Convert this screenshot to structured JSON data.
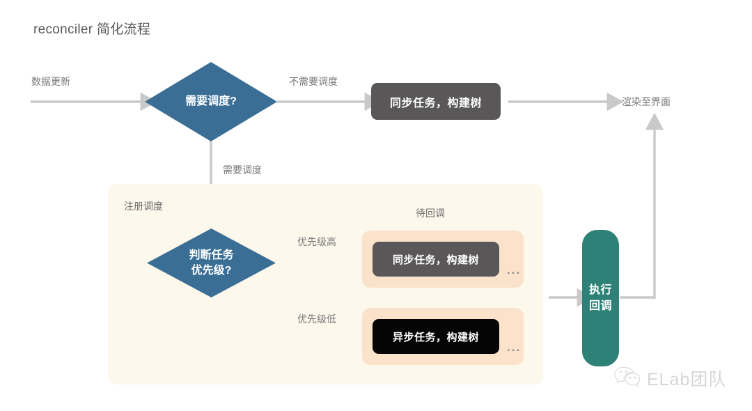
{
  "title": "reconciler 简化流程",
  "colors": {
    "diamond_blue": "#3A6E95",
    "task_dark_gray": "#595757",
    "task_black": "#050505",
    "callback_teal": "#2E8177",
    "panel_cream": "#FDF8EC",
    "queue_peach": "#FBE2CB",
    "arrow_gray": "#C9C9C9",
    "label_gray": "#787878"
  },
  "flow": {
    "entry_label": "数据更新",
    "decision_schedule": "需要调度?",
    "edge_no_schedule": "不需要调度",
    "sync_task_top": "同步任务，构建树",
    "render_output": "渲染至界面",
    "edge_need_schedule": "需要调度"
  },
  "scheduler_panel": {
    "panel_label": "注册调度",
    "decision_priority_line1": "判断任务",
    "decision_priority_line2": "优先级?",
    "queue_header": "待回调",
    "edge_high_priority": "优先级高",
    "edge_low_priority": "优先级低",
    "queue_high_task": "同步任务，构建树",
    "queue_low_task": "异步任务，构建树",
    "queue_high_more": "...",
    "queue_low_more": "..."
  },
  "callback": {
    "line1": "执行",
    "line2": "回调"
  },
  "watermark": {
    "icon": "wechat-icon",
    "text": "ELab团队"
  }
}
